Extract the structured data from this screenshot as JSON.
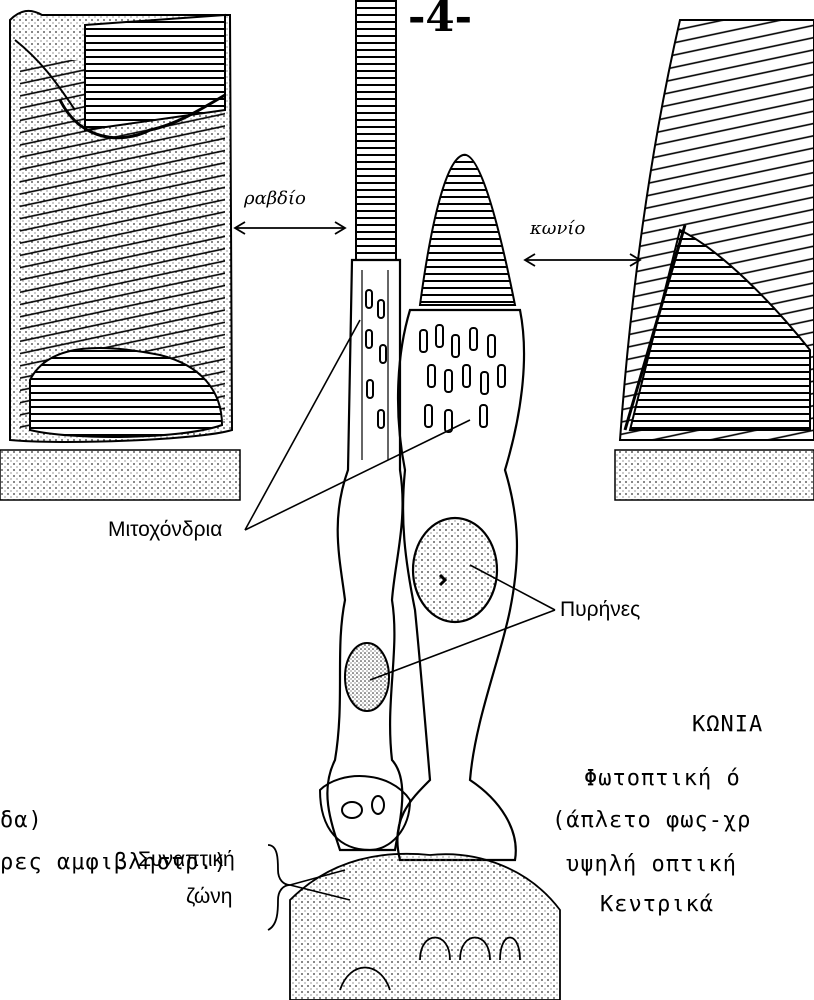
{
  "page_number": "-4-",
  "handwritten": {
    "rod": "ραβδίο",
    "cone": "κωνίο"
  },
  "labels": {
    "mitochondria": "Μιτοχόνδρια",
    "nuclei": "Πυρήνες",
    "synaptic_zone_line1": "Συναπτική",
    "synaptic_zone_line2": "ζώνη"
  },
  "cone_text": {
    "title": "ΚΩΝΙΑ",
    "line1": "Φωτοπτική ό",
    "line2": "(άπλετο φως-χρ",
    "line3": "υψηλή οπτική",
    "line4": "Κεντρικά"
  },
  "rod_text": {
    "line1": "δα)",
    "line2": "ρες αμφιβληστρ.)"
  }
}
